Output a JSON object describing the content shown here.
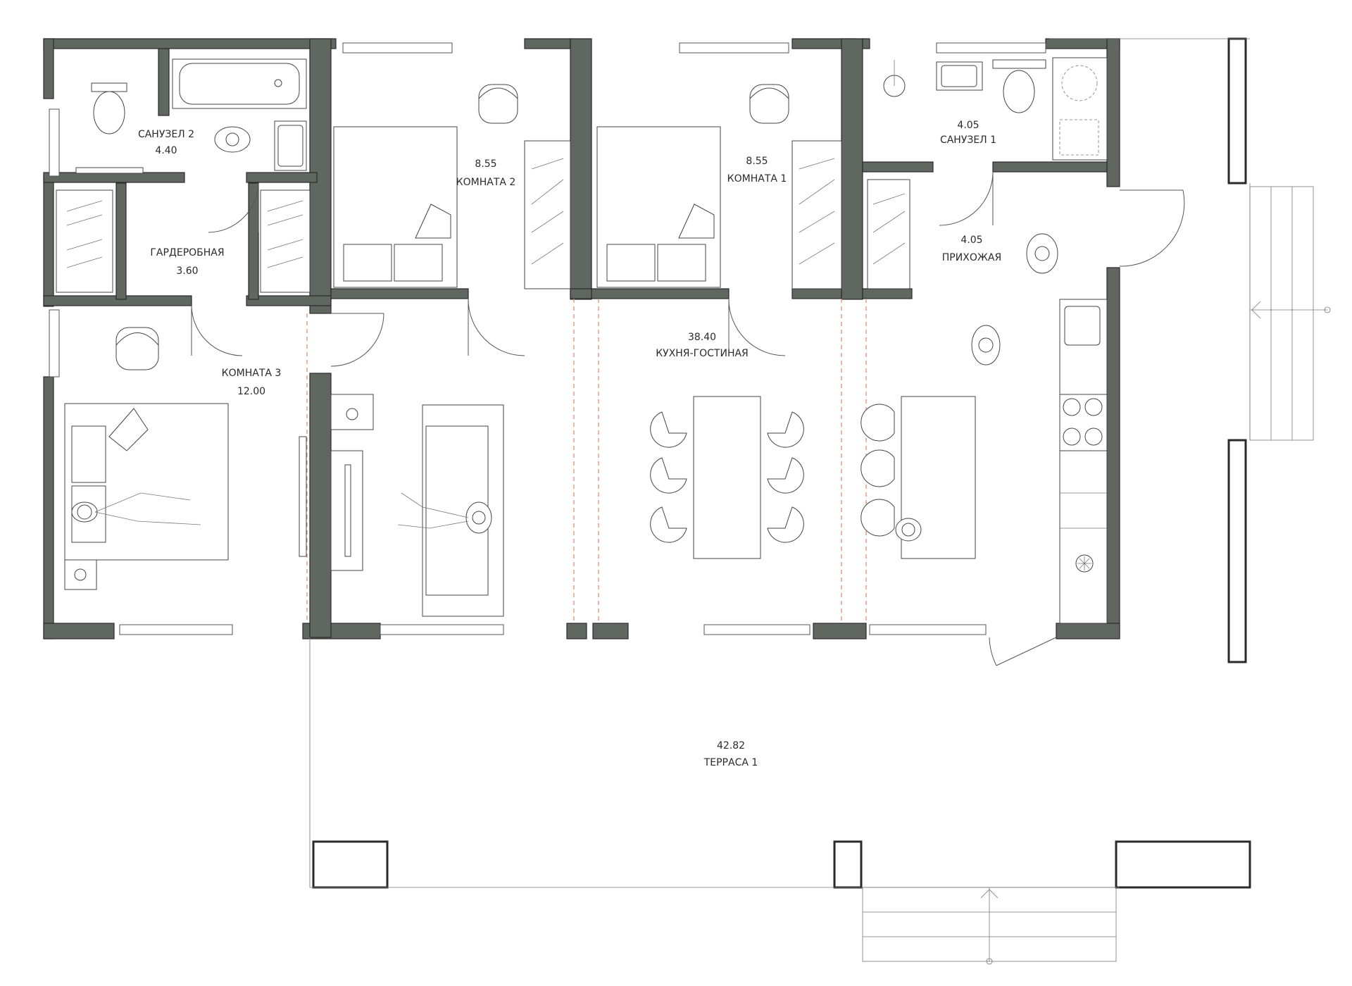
{
  "plan": {
    "rooms": [
      {
        "id": "sanuzel2",
        "name": "САНУЗЕЛ 2",
        "area": "4.40"
      },
      {
        "id": "garderob",
        "name": "ГАРДЕРОБНАЯ",
        "area": "3.60"
      },
      {
        "id": "komnata3",
        "name": "КОМНАТА 3",
        "area": "12.00"
      },
      {
        "id": "komnata2",
        "name": "КОМНАТА 2",
        "area": "8.55"
      },
      {
        "id": "komnata1",
        "name": "КОМНАТА 1",
        "area": "8.55"
      },
      {
        "id": "sanuzel1",
        "name": "САНУЗЕЛ 1",
        "area": "4.05"
      },
      {
        "id": "prikhozhaya",
        "name": "ПРИХОЖАЯ",
        "area": "4.05"
      },
      {
        "id": "kukhnya",
        "name": "КУХНЯ-ГОСТИНАЯ",
        "area": "38.40"
      },
      {
        "id": "terrasa",
        "name": "ТЕРРАСА 1",
        "area": "42.82"
      }
    ],
    "colors": {
      "wall": "#5f6760",
      "line": "#555555",
      "zone_divider": "#d98a6a",
      "background": "#ffffff"
    },
    "icons": [
      "toilet-icon",
      "bathtub-icon",
      "sink-icon",
      "shower-icon",
      "bed-icon",
      "chair-icon",
      "sofa-icon",
      "tv-icon",
      "dining-table-icon",
      "stove-icon",
      "fridge-icon",
      "washing-machine-icon",
      "person-icon",
      "stairs-icon"
    ]
  }
}
